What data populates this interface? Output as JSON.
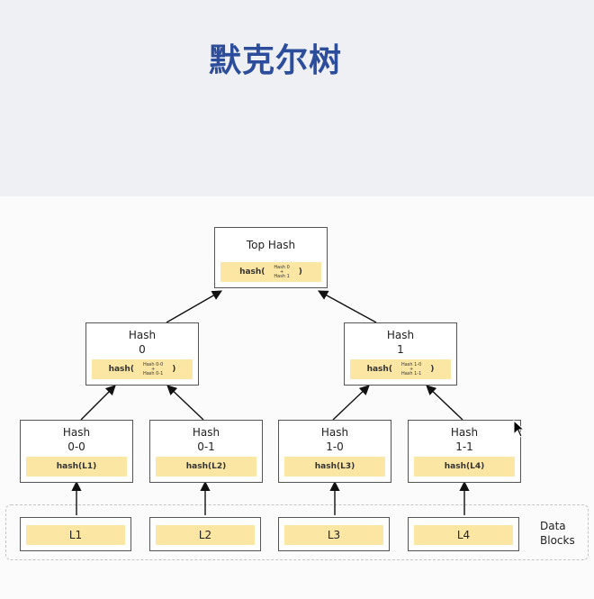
{
  "title": "默克尔树",
  "top": {
    "title": "Top Hash",
    "fn": "hash(",
    "arg1": "Hash 0",
    "plus": "+",
    "arg2": "Hash 1",
    "close": ")"
  },
  "hash0": {
    "title": "Hash",
    "sub": "0",
    "fn": "hash(",
    "arg1": "Hash 0-0",
    "plus": "+",
    "arg2": "Hash 0-1",
    "close": ")"
  },
  "hash1": {
    "title": "Hash",
    "sub": "1",
    "fn": "hash(",
    "arg1": "Hash 1-0",
    "plus": "+",
    "arg2": "Hash 1-1",
    "close": ")"
  },
  "hash00": {
    "title": "Hash",
    "sub": "0-0",
    "fn": "hash(L1)"
  },
  "hash01": {
    "title": "Hash",
    "sub": "0-1",
    "fn": "hash(L2)"
  },
  "hash10": {
    "title": "Hash",
    "sub": "1-0",
    "fn": "hash(L3)"
  },
  "hash11": {
    "title": "Hash",
    "sub": "1-1",
    "fn": "hash(L4)"
  },
  "leaves": [
    "L1",
    "L2",
    "L3",
    "L4"
  ],
  "data_blocks": {
    "line1": "Data",
    "line2": "Blocks"
  }
}
